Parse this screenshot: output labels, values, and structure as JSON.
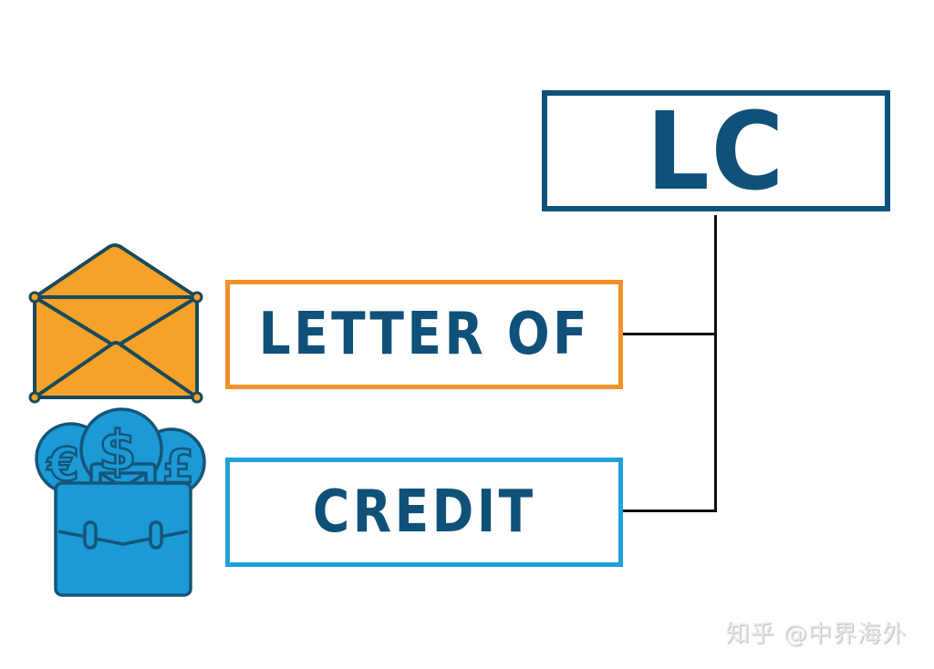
{
  "diagram": {
    "title_box": {
      "label": "LC",
      "border_color": "#0f5178",
      "text_color": "#0f5178"
    },
    "children": [
      {
        "label": "LETTER OF",
        "border_color": "#f1912a",
        "text_color": "#0f5178",
        "icon": "envelope-icon",
        "icon_color": "#f6a127"
      },
      {
        "label": "CREDIT",
        "border_color": "#1ea2da",
        "text_color": "#0f5178",
        "icon": "briefcase-money-icon",
        "icon_color": "#1b9ad6"
      }
    ],
    "connector_color": "#111111",
    "currency_symbols": [
      "€",
      "$",
      "£"
    ]
  },
  "watermark": {
    "text": "知乎 @中界海外"
  }
}
